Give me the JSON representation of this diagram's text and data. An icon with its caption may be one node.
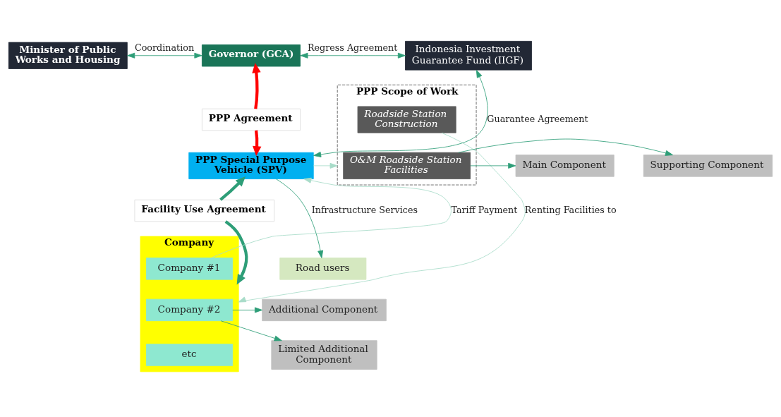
{
  "diagram": {
    "nodes": [
      {
        "text": [
          "Minister of Public Works and Housing"
        ]
      },
      {
        "text": [
          "Governor (GCA)"
        ]
      },
      {
        "text": [
          "Indonesia Investment Guarantee Fund (IIGF)"
        ]
      },
      {
        "text": [
          "PPP Scope of Work"
        ]
      },
      {
        "text": [
          "Roadside Station Construction"
        ],
        "in": 3
      },
      {
        "text": [
          "O&M Roadside Station Facilities"
        ],
        "in": 3
      },
      {
        "text": [
          "Main Component"
        ]
      },
      {
        "text": [
          "Supporting Component"
        ]
      },
      {
        "text": [
          "PPP Agreement"
        ]
      },
      {
        "text": [
          "PPP Special Purpose Vehicle (SPV)"
        ]
      },
      {
        "text": [
          "Facility Use Agreement"
        ]
      },
      {
        "text": [
          "Company"
        ]
      },
      {
        "text": [
          "Company #1"
        ],
        "in": 11
      },
      {
        "text": [
          "Company #2"
        ],
        "in": 11
      },
      {
        "text": [
          "etc"
        ],
        "in": 11
      },
      {
        "text": [
          "Road users"
        ]
      },
      {
        "text": [
          "Additional Component"
        ]
      },
      {
        "text": [
          "Limited Additional Component"
        ]
      }
    ],
    "edges": [
      {
        "from": 0,
        "to": 1,
        "arrow": "both",
        "label": "Coordination"
      },
      {
        "from": 1,
        "to": 2,
        "arrow": "both",
        "label": "Regress Agreement"
      },
      {
        "from": 8,
        "to": 1,
        "arrow": "to",
        "style": "thick",
        "color": "#ff0000"
      },
      {
        "from": 8,
        "to": 9,
        "arrow": "to",
        "style": "thick",
        "color": "#ff0000"
      },
      {
        "from": 9,
        "to": 2,
        "arrow": "both",
        "label": "Guarantee Agreement"
      },
      {
        "from": 9,
        "to": 3,
        "arrow": "to",
        "color": "#a8dcc9"
      },
      {
        "from": 5,
        "to": 6,
        "arrow": "to"
      },
      {
        "from": 5,
        "to": 7,
        "arrow": "to"
      },
      {
        "from": 4,
        "to": 11,
        "arrow": "to",
        "label": "Renting Facilities to",
        "color": "#a8dcc9"
      },
      {
        "from": 10,
        "to": 9,
        "arrow": "to",
        "style": "thick"
      },
      {
        "from": 10,
        "to": 11,
        "arrow": "to",
        "style": "thick"
      },
      {
        "from": 12,
        "to": 9,
        "arrow": "to",
        "label": "Tariff Payment",
        "color": "#a8dcc9"
      },
      {
        "from": 9,
        "to": 15,
        "arrow": "to",
        "label": "Infrastructure Services"
      },
      {
        "from": 13,
        "to": 16,
        "arrow": "to"
      },
      {
        "from": 13,
        "to": 17,
        "arrow": "to"
      }
    ]
  }
}
